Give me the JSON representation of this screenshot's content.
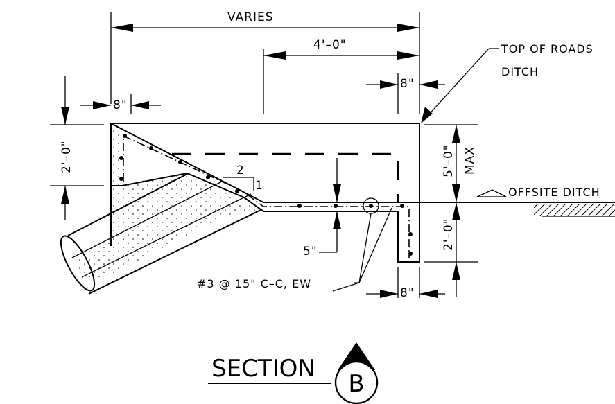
{
  "drawing": {
    "section_title": "SECTION",
    "section_label": "B",
    "dimensions": {
      "varies": "VARIES",
      "four_ft": "4'–0\"",
      "eight_in_top_right": "8\"",
      "eight_in_left": "8\"",
      "two_ft_left": "2'–0\"",
      "five_ft": "5'–0\"",
      "max": "MAX",
      "two_ft_right": "2'–0\"",
      "five_in": "5\"",
      "eight_in_bottom": "8\"",
      "slope_run": "2",
      "slope_rise": "1"
    },
    "notes": {
      "top_of_roads_line1": "TOP OF ROADS",
      "top_of_roads_line2": "DITCH",
      "offsite_ditch": "OFFSITE DITCH",
      "rebar": "#3 @ 15\" C–C, EW"
    }
  }
}
